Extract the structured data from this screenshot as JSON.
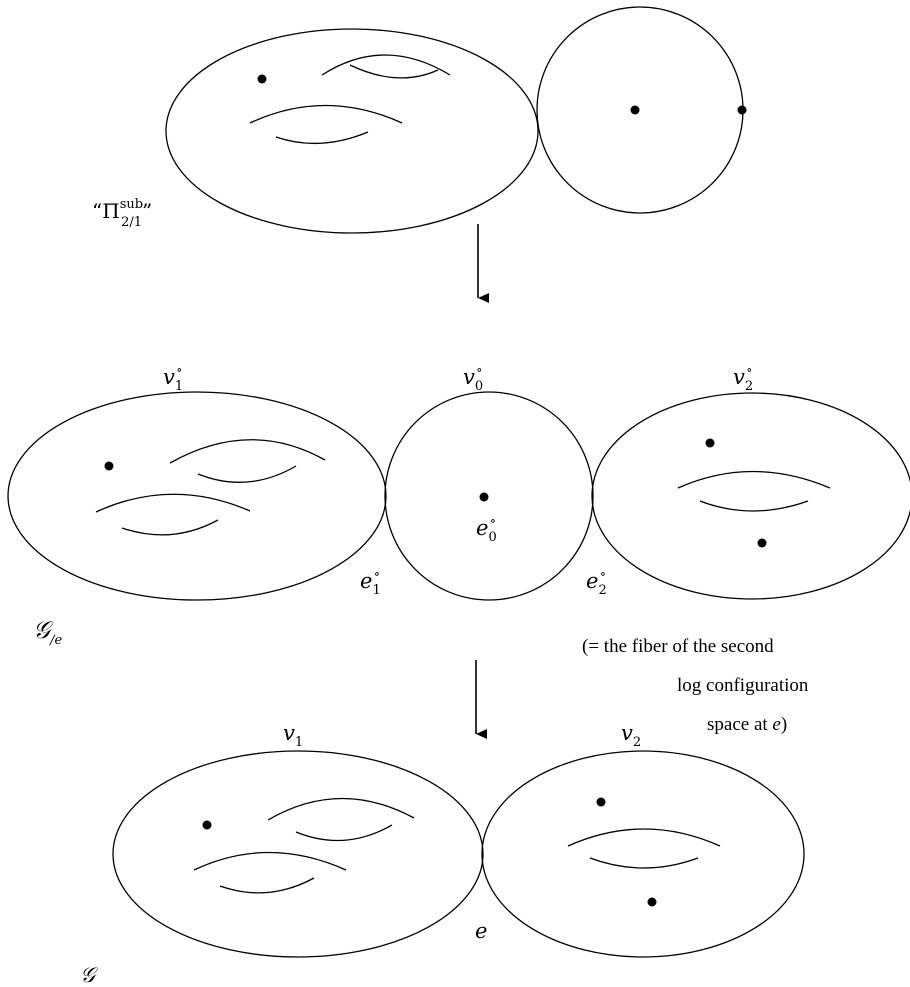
{
  "top": {
    "label_quote_open": "“",
    "label_base": "Π",
    "label_sup": "sub",
    "label_sub": "2/1",
    "label_quote_close": "”"
  },
  "middle": {
    "v1": "v",
    "v1_sub": "1",
    "v1_sup": "∘",
    "v0": "v",
    "v0_sub": "0",
    "v0_sup": "∘",
    "v2": "v",
    "v2_sub": "2",
    "v2_sup": "∘",
    "e0": "e",
    "e0_sub": "0",
    "e0_sup": "∘",
    "e1": "e",
    "e1_sub": "1",
    "e1_sup": "∘",
    "e2": "e",
    "e2_sub": "2",
    "e2_sup": "∘",
    "graph_label": "𝒢",
    "graph_sub": "/e",
    "note_line1": "(= the fiber of the second",
    "note_line2": "log configuration",
    "note_line3_prefix": "space at ",
    "note_line3_var": "e",
    "note_line3_suffix": ")"
  },
  "bottom": {
    "v1": "v",
    "v1_sub": "1",
    "v2": "v",
    "v2_sub": "2",
    "e": "e",
    "graph_label": "𝒢"
  }
}
